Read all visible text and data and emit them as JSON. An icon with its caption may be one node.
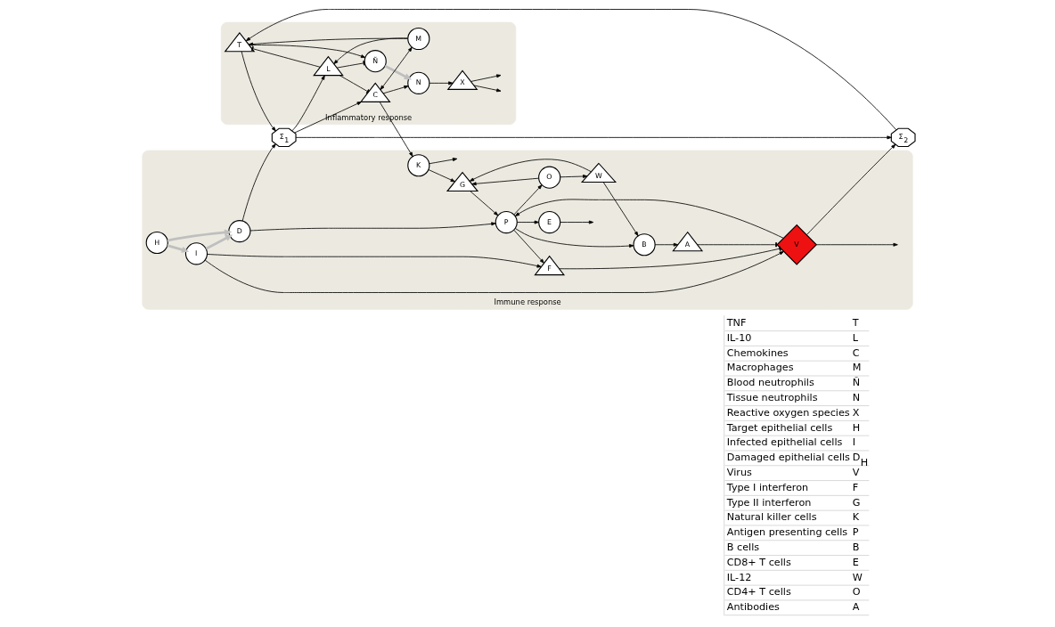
{
  "diagram": {
    "nodes": [
      {
        "text": [
          "Inflammatory response"
        ]
      },
      {
        "text": [
          "Immune response"
        ]
      },
      {
        "text": [
          "N"
        ],
        "in": 0
      },
      {
        "text": [
          "X"
        ],
        "in": 0
      },
      {
        "text": [
          "Ñ"
        ],
        "in": 0
      },
      {
        "text": [
          "T"
        ],
        "in": 0
      },
      {
        "text": [
          "L"
        ],
        "in": 0
      },
      {
        "text": [
          "M"
        ],
        "in": 0
      },
      {
        "text": [
          "C"
        ],
        "in": 0
      },
      {
        "text": [
          "Σ$_{2}$"
        ]
      },
      {
        "text": [
          "Σ$_{1}$"
        ]
      },
      {
        "text": [
          "H"
        ],
        "in": 1
      },
      {
        "text": [
          "I"
        ],
        "in": 1
      },
      {
        "text": [
          "F"
        ],
        "in": 1
      },
      {
        "text": [
          "V"
        ],
        "in": 1
      },
      {
        "text": [
          "A"
        ],
        "in": 1
      },
      {
        "text": [
          "B"
        ],
        "in": 1
      },
      {
        "text": [
          "D"
        ],
        "in": 1
      },
      {
        "text": [
          "E"
        ],
        "in": 1
      },
      {
        "text": [
          "P"
        ],
        "in": 1
      },
      {
        "text": [
          "O"
        ],
        "in": 1
      },
      {
        "text": [
          "W"
        ],
        "in": 1
      },
      {
        "text": [
          "K"
        ],
        "in": 1
      },
      {
        "text": [
          "G"
        ],
        "in": 1
      }
    ],
    "edges": [
      {
        "from": 2,
        "to": 3,
        "arrow": "to"
      },
      {
        "from": 4,
        "to": 2,
        "arrow": "to",
        "style": "thick",
        "color": "#bfbfbf"
      },
      {
        "from": 8,
        "to": 2,
        "arrow": "to"
      },
      {
        "from": 6,
        "to": 4,
        "arrow": "other"
      },
      {
        "from": 5,
        "to": 4,
        "arrow": "to"
      },
      {
        "from": 6,
        "to": 5,
        "arrow": "other"
      },
      {
        "from": 7,
        "to": 5,
        "arrow": "to"
      },
      {
        "from": 7,
        "to": 6,
        "arrow": "to"
      },
      {
        "from": 9,
        "to": 5,
        "arrow": "to"
      },
      {
        "from": 5,
        "to": 10,
        "arrow": "to"
      },
      {
        "from": 10,
        "to": 6,
        "arrow": "to"
      },
      {
        "from": 10,
        "to": 9,
        "arrow": "to"
      },
      {
        "from": 17,
        "to": 10,
        "arrow": "to"
      },
      {
        "from": 6,
        "to": 8,
        "arrow": "other"
      },
      {
        "from": 8,
        "to": 7,
        "arrow": "both"
      },
      {
        "from": 10,
        "to": 8,
        "arrow": "to"
      },
      {
        "from": 8,
        "to": 22,
        "arrow": "to"
      },
      {
        "from": 3,
        "to": null,
        "arrow": "to"
      },
      {
        "from": 3,
        "to": null,
        "arrow": "to"
      },
      {
        "from": 14,
        "to": 9,
        "arrow": "to"
      },
      {
        "from": 11,
        "to": 12,
        "arrow": "to",
        "style": "thick",
        "color": "#bfbfbf"
      },
      {
        "from": 11,
        "to": 17,
        "arrow": "to",
        "style": "thick",
        "color": "#bfbfbf"
      },
      {
        "from": 12,
        "to": 17,
        "arrow": "to",
        "style": "thick",
        "color": "#bfbfbf"
      },
      {
        "from": 14,
        "to": null,
        "arrow": "to"
      },
      {
        "from": 18,
        "to": null,
        "arrow": "to"
      },
      {
        "from": 22,
        "to": null,
        "arrow": "to"
      },
      {
        "from": 12,
        "to": 13,
        "arrow": "to"
      },
      {
        "from": 12,
        "to": 14,
        "arrow": "to"
      },
      {
        "from": 13,
        "to": 14,
        "arrow": "other"
      },
      {
        "from": 15,
        "to": 14,
        "arrow": "other"
      },
      {
        "from": 16,
        "to": 15,
        "arrow": "to"
      },
      {
        "from": 14,
        "to": 19,
        "arrow": "to"
      },
      {
        "from": 19,
        "to": 16,
        "arrow": "to"
      },
      {
        "from": 19,
        "to": 13,
        "arrow": "to"
      },
      {
        "from": 19,
        "to": 18,
        "arrow": "to"
      },
      {
        "from": 17,
        "to": 19,
        "arrow": "to"
      },
      {
        "from": 19,
        "to": 20,
        "arrow": "to"
      },
      {
        "from": 20,
        "to": 21,
        "arrow": "to"
      },
      {
        "from": 20,
        "to": 23,
        "arrow": "to"
      },
      {
        "from": 21,
        "to": 16,
        "arrow": "to"
      },
      {
        "from": 21,
        "to": 23,
        "arrow": "to"
      },
      {
        "from": 23,
        "to": 19,
        "arrow": "to"
      },
      {
        "from": 22,
        "to": 23,
        "arrow": "to"
      }
    ],
    "labels": [
      "TNF",
      "T",
      "IL-10",
      "L",
      "Chemokines",
      "C",
      "Macrophages",
      "M",
      "Blood neutrophils",
      "Ñ",
      "Tissue neutrophils",
      "N",
      "Reactive oxygen species",
      "X",
      "Target epithelial cells",
      "H",
      "Infected epithelial cells",
      "I",
      "Damaged epithelial cells",
      "D$_{H}$",
      "Virus",
      "V",
      "Type I interferon",
      "F",
      "Type II interferon",
      "G",
      "Natural killer cells",
      "K",
      "Antigen presenting cells",
      "P",
      "B cells",
      "B",
      "CD8+ T cells",
      "E",
      "IL-12",
      "W",
      "CD4+ T cells",
      "O",
      "Antibodies",
      "A"
    ]
  }
}
